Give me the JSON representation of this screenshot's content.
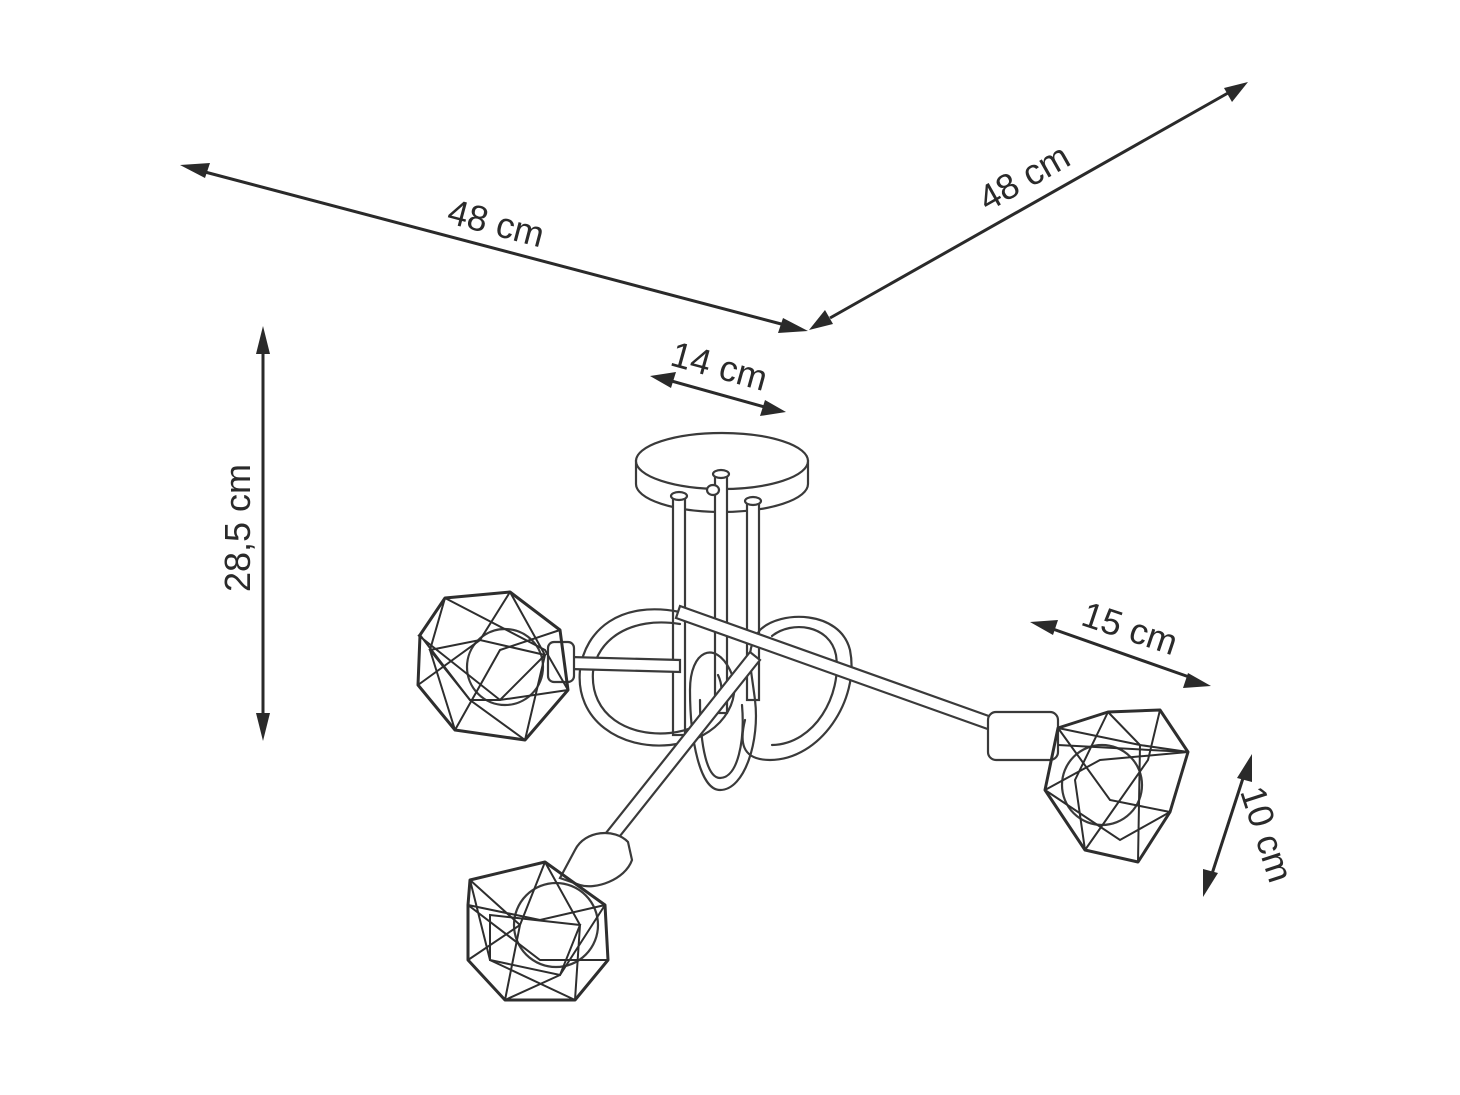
{
  "dimensions": {
    "width_left": "48 cm",
    "width_right": "48 cm",
    "canopy_diameter": "14 cm",
    "height": "28,5 cm",
    "shade_width": "15 cm",
    "shade_height": "10 cm"
  },
  "colors": {
    "line": "#2a2a2a",
    "background": "#ffffff"
  }
}
